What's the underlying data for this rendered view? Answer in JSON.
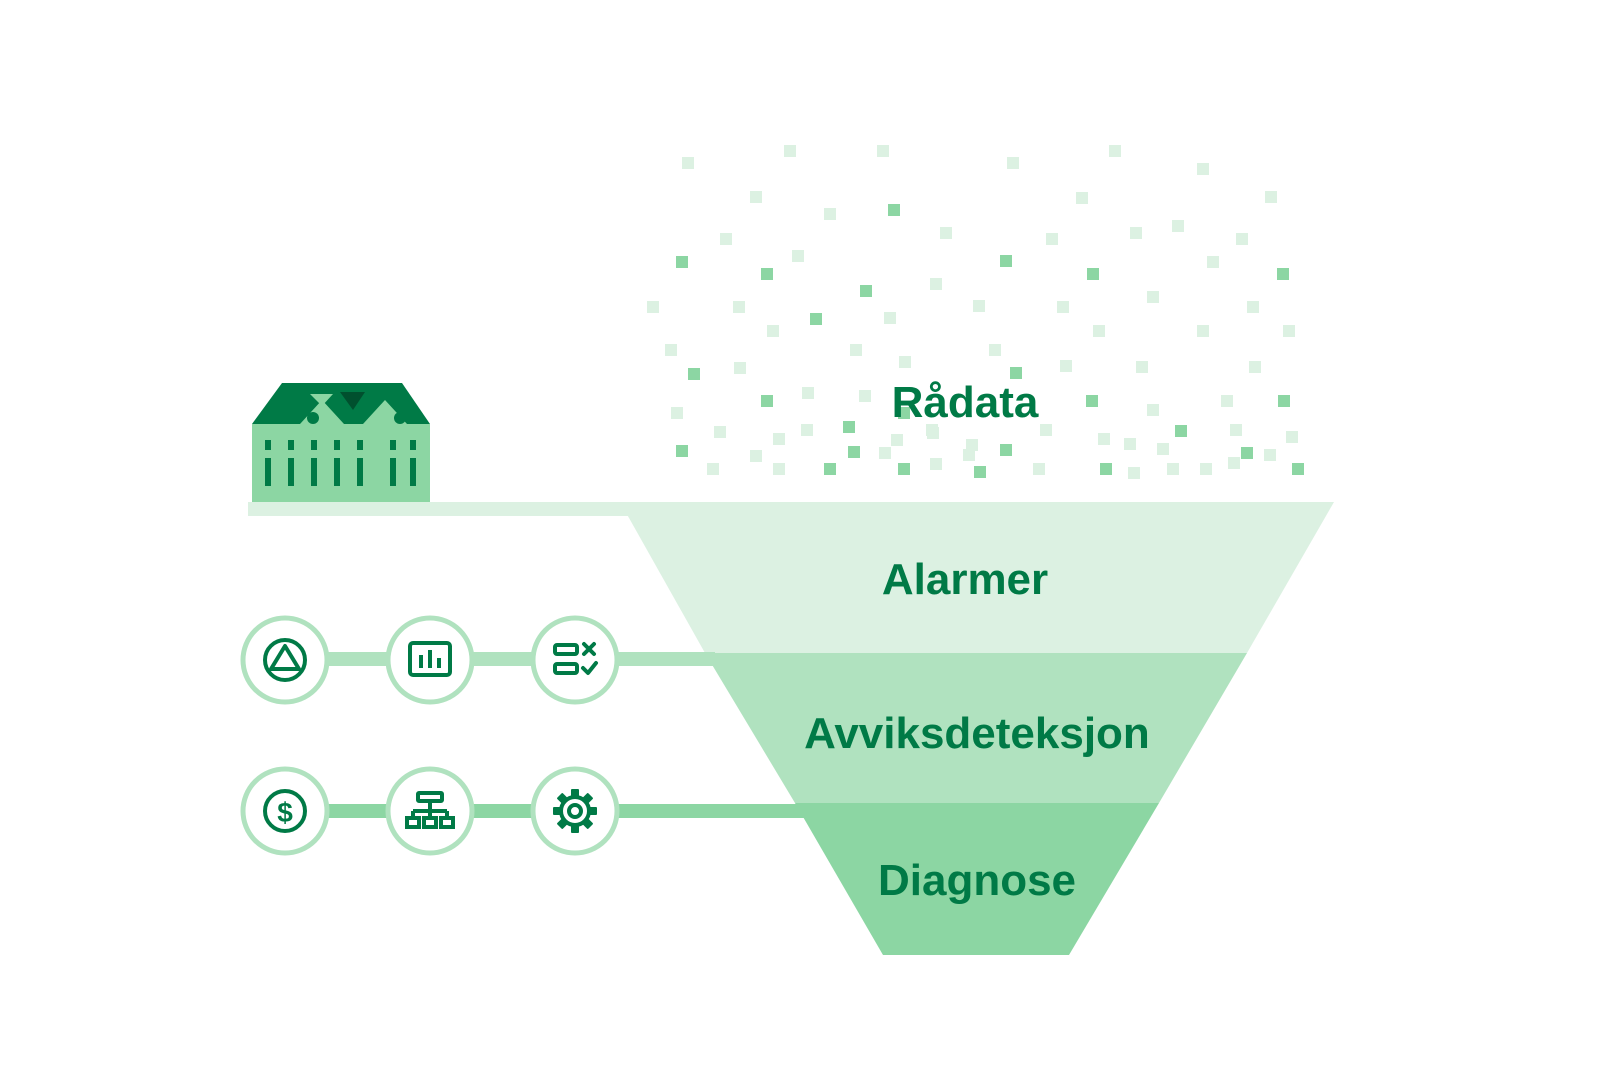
{
  "colors": {
    "dark_green": "#007a46",
    "medium_green": "#8cd6a3",
    "light_green": "#b0e2bf",
    "pale_green": "#dcf1e2",
    "connector": "#b0e2bf",
    "text": "#007a46"
  },
  "stages": [
    {
      "label": "Rådata"
    },
    {
      "label": "Alarmer"
    },
    {
      "label": "Avviksdeteksjon"
    },
    {
      "label": "Diagnose"
    }
  ],
  "building_icon": "building-icon",
  "icon_rows": [
    {
      "icons": [
        "triangle-in-circle-icon",
        "bar-chart-icon",
        "checklist-icon"
      ]
    },
    {
      "icons": [
        "dollar-icon",
        "hierarchy-icon",
        "gear-icon"
      ]
    }
  ]
}
